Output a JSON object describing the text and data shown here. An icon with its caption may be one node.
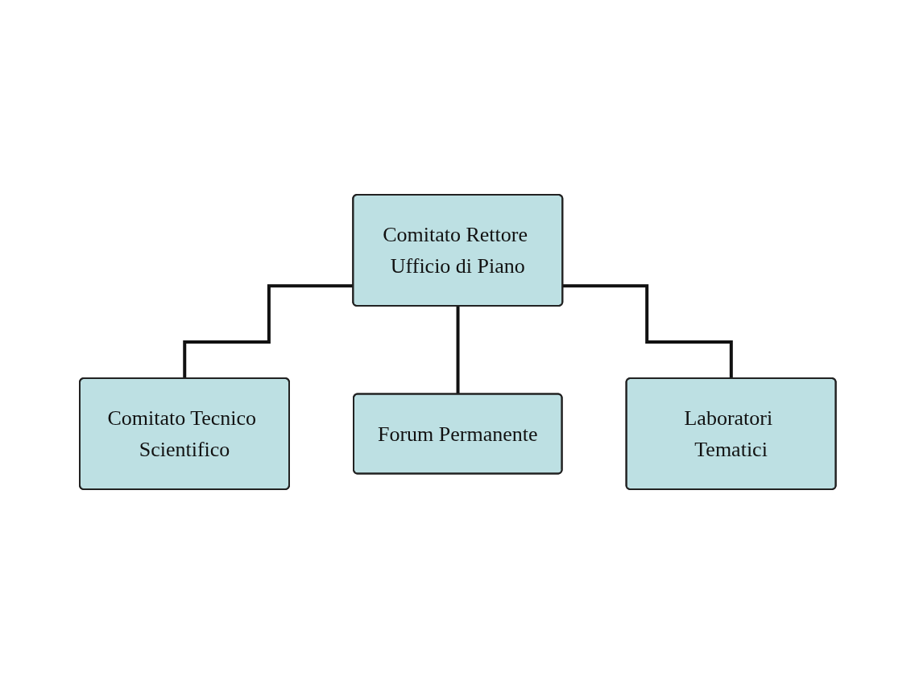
{
  "diagram": {
    "nodes": [
      {
        "text": [
          "Comitato Rettore Ufficio di Piano"
        ]
      },
      {
        "text": [
          "Comitato Tecnico Scientifico"
        ]
      },
      {
        "text": [
          "Forum Permanente"
        ]
      },
      {
        "text": [
          "Laboratori Tematici"
        ]
      }
    ],
    "edges": [
      {
        "from": 0,
        "to": 1,
        "arrow": "none"
      },
      {
        "from": 0,
        "to": 2,
        "arrow": "none"
      },
      {
        "from": 0,
        "to": 3,
        "arrow": "none"
      }
    ]
  }
}
